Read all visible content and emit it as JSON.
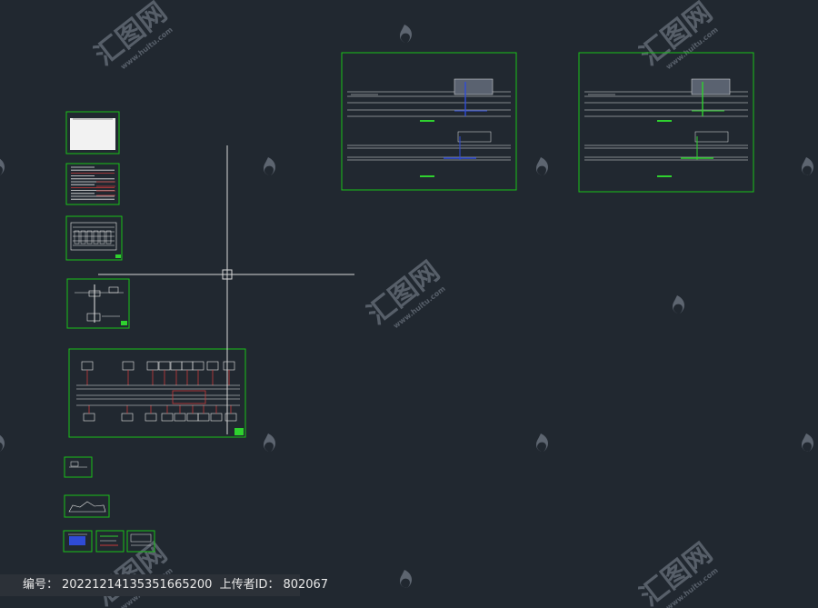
{
  "colors": {
    "background": "#212830",
    "sheet_frame": "#19c219",
    "crosshair": "#d8d8d8",
    "watermark": "#5d6570",
    "white": "#e6e6e6",
    "red": "#c83a3a",
    "blue": "#2f4bd6",
    "green": "#2fd12f"
  },
  "watermark": {
    "brand": "汇图网",
    "domain": "www.huitu.com"
  },
  "footer": {
    "id_label": "编号：",
    "id_value": "20221214135351665200",
    "uploader_label": "上传者ID：",
    "uploader_value": "802067"
  }
}
